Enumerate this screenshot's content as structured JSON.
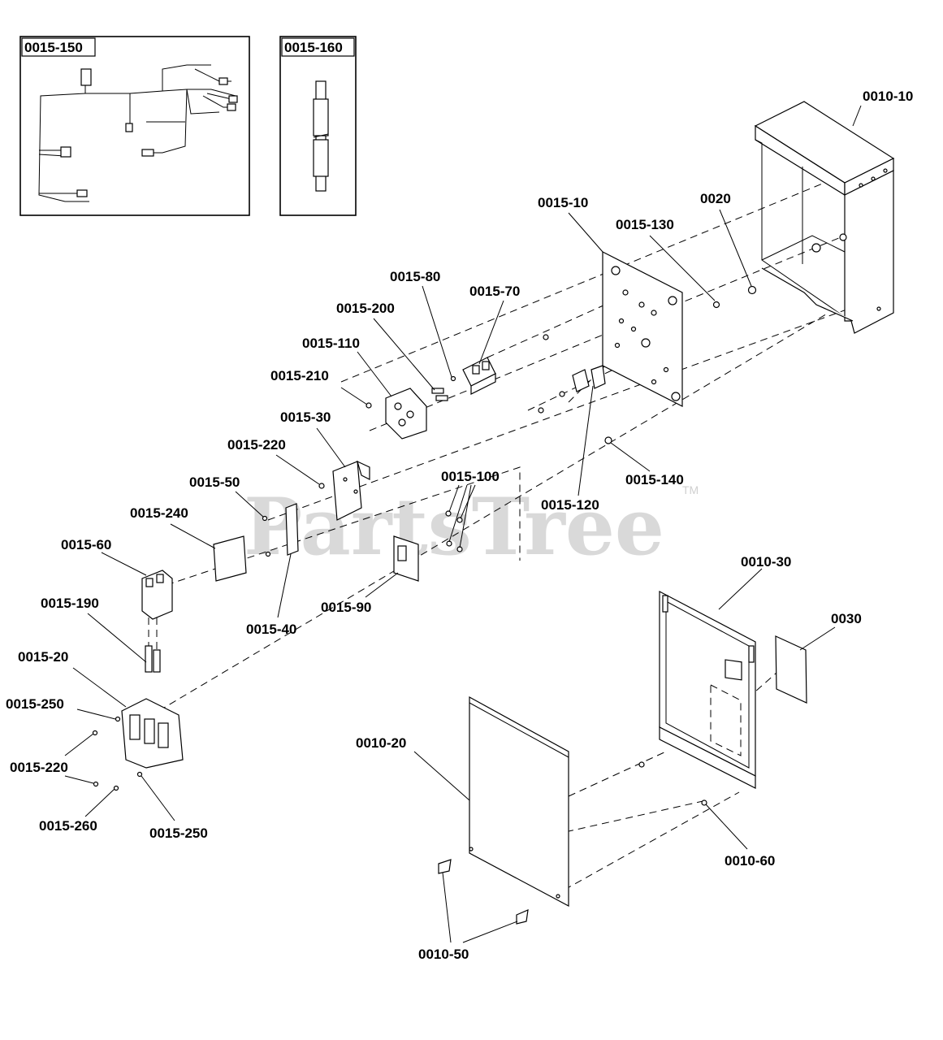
{
  "watermark": {
    "text": "PartsTree",
    "tm": "TM"
  },
  "insets": [
    {
      "title": "0015-150"
    },
    {
      "title": "0015-160"
    }
  ],
  "labels": [
    {
      "id": "p-0010-10",
      "text": "0010-10"
    },
    {
      "id": "p-0015-10",
      "text": "0015-10"
    },
    {
      "id": "p-0015-130",
      "text": "0015-130"
    },
    {
      "id": "p-0020",
      "text": "0020"
    },
    {
      "id": "p-0015-80",
      "text": "0015-80"
    },
    {
      "id": "p-0015-70",
      "text": "0015-70"
    },
    {
      "id": "p-0015-200",
      "text": "0015-200"
    },
    {
      "id": "p-0015-110",
      "text": "0015-110"
    },
    {
      "id": "p-0015-210",
      "text": "0015-210"
    },
    {
      "id": "p-0015-30",
      "text": "0015-30"
    },
    {
      "id": "p-0015-220a",
      "text": "0015-220"
    },
    {
      "id": "p-0015-50",
      "text": "0015-50"
    },
    {
      "id": "p-0015-100",
      "text": "0015-100"
    },
    {
      "id": "p-0015-240",
      "text": "0015-240"
    },
    {
      "id": "p-0015-120",
      "text": "0015-120"
    },
    {
      "id": "p-0015-140",
      "text": "0015-140"
    },
    {
      "id": "p-0015-60",
      "text": "0015-60"
    },
    {
      "id": "p-0015-90",
      "text": "0015-90"
    },
    {
      "id": "p-0015-40",
      "text": "0015-40"
    },
    {
      "id": "p-0010-30",
      "text": "0010-30"
    },
    {
      "id": "p-0015-190",
      "text": "0015-190"
    },
    {
      "id": "p-0030",
      "text": "0030"
    },
    {
      "id": "p-0015-20",
      "text": "0015-20"
    },
    {
      "id": "p-0015-250a",
      "text": "0015-250"
    },
    {
      "id": "p-0010-20",
      "text": "0010-20"
    },
    {
      "id": "p-0015-220b",
      "text": "0015-220"
    },
    {
      "id": "p-0015-260",
      "text": "0015-260"
    },
    {
      "id": "p-0015-250b",
      "text": "0015-250"
    },
    {
      "id": "p-0010-60",
      "text": "0010-60"
    },
    {
      "id": "p-0010-50",
      "text": "0010-50"
    }
  ]
}
